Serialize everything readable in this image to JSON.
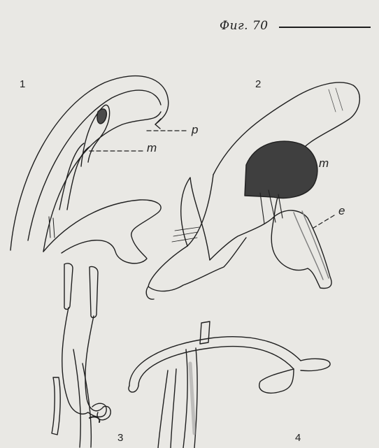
{
  "figure": {
    "title": "Фиг. 70",
    "panels": [
      {
        "number": "1",
        "labels": [
          "p",
          "m"
        ]
      },
      {
        "number": "2",
        "labels": [
          "m",
          "e"
        ]
      },
      {
        "number": "3",
        "labels": []
      },
      {
        "number": "4",
        "labels": []
      }
    ]
  }
}
